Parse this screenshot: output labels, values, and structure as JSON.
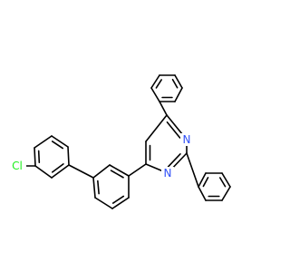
{
  "molecule": {
    "atom_labels": {
      "chlorine": "Cl",
      "pyrimidine_n1": "N",
      "pyrimidine_n3": "N"
    },
    "colors": {
      "bond": "#000000",
      "carbon": "#000000",
      "nitrogen": "#3050f8",
      "chlorine": "#1ff01f"
    }
  }
}
